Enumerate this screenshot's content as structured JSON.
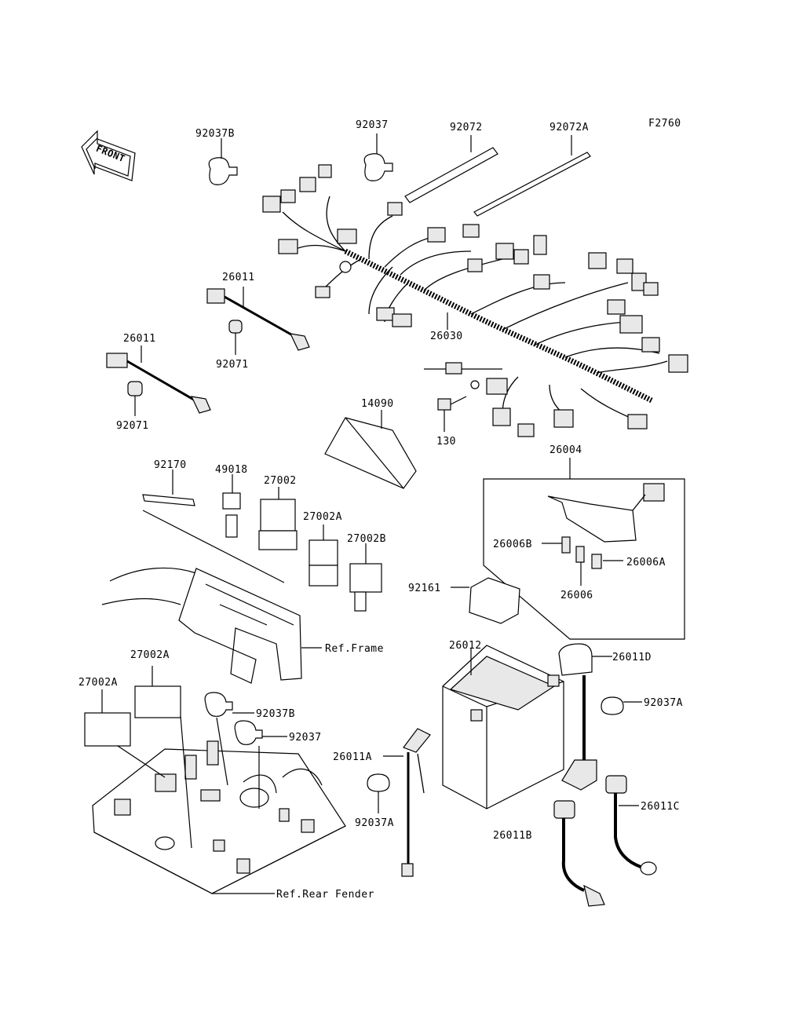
{
  "figure_code": "F2760",
  "front_label": "FRONT",
  "parts": {
    "p92037B_top": "92037B",
    "p92037_top": "92037",
    "p92072": "92072",
    "p92072A": "92072A",
    "p26011_a": "26011",
    "p92071_a": "92071",
    "p26011_b": "26011",
    "p92071_b": "92071",
    "p26030": "26030",
    "p14090": "14090",
    "p130": "130",
    "p26004": "26004",
    "p92170": "92170",
    "p49018": "49018",
    "p27002": "27002",
    "p27002A_mid": "27002A",
    "p27002B": "27002B",
    "p26006B": "26006B",
    "p26006A": "26006A",
    "p26006": "26006",
    "p92161": "92161",
    "ref_frame": "Ref.Frame",
    "p27002A_left2": "27002A",
    "p27002A_left1": "27002A",
    "p92037B_low": "92037B",
    "p92037_low": "92037",
    "p26012": "26012",
    "p26011D": "26011D",
    "p92037A_right": "92037A",
    "p26011A": "26011A",
    "p92037A_low": "92037A",
    "p26011C": "26011C",
    "p26011B": "26011B",
    "ref_rear_fender": "Ref.Rear Fender"
  }
}
